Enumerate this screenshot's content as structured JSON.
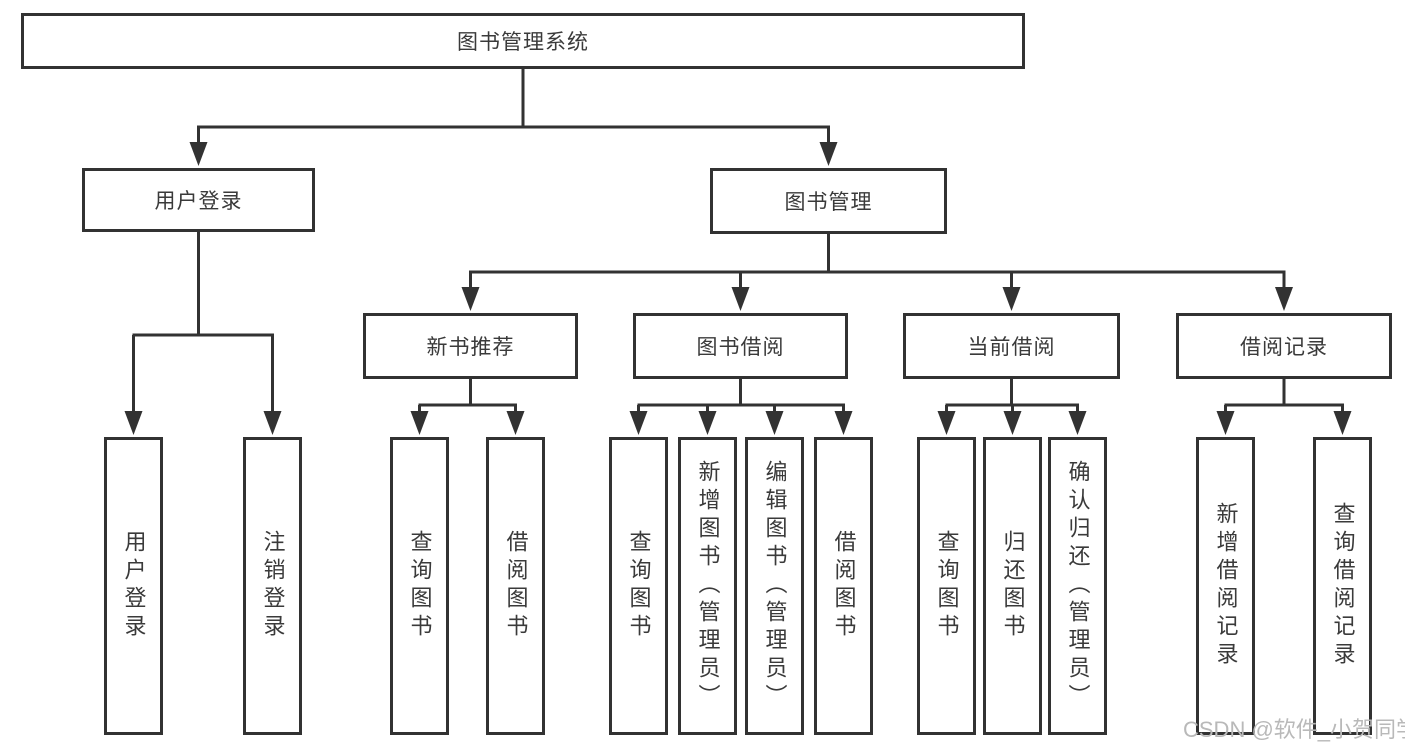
{
  "tree": {
    "label": "图书管理系统",
    "children": [
      {
        "label": "用户登录",
        "children": [
          {
            "label": "用户登录"
          },
          {
            "label": "注销登录"
          }
        ]
      },
      {
        "label": "图书管理",
        "children": [
          {
            "label": "新书推荐",
            "children": [
              {
                "label": "查询图书"
              },
              {
                "label": "借阅图书"
              }
            ]
          },
          {
            "label": "图书借阅",
            "children": [
              {
                "label": "查询图书"
              },
              {
                "label": "新增图书（管理员）"
              },
              {
                "label": "编辑图书（管理员）"
              },
              {
                "label": "借阅图书"
              }
            ]
          },
          {
            "label": "当前借阅",
            "children": [
              {
                "label": "查询图书"
              },
              {
                "label": "归还图书"
              },
              {
                "label": "确认归还（管理员）"
              }
            ]
          },
          {
            "label": "借阅记录",
            "children": [
              {
                "label": "新增借阅记录"
              },
              {
                "label": "查询借阅记录"
              }
            ]
          }
        ]
      }
    ]
  },
  "watermark": {
    "text": "CSDN @软件_小贺同学"
  },
  "colors": {
    "line": "#323232",
    "text": "#3a3a3a",
    "watermark": "#b9b9b9",
    "background": "#ffffff"
  }
}
